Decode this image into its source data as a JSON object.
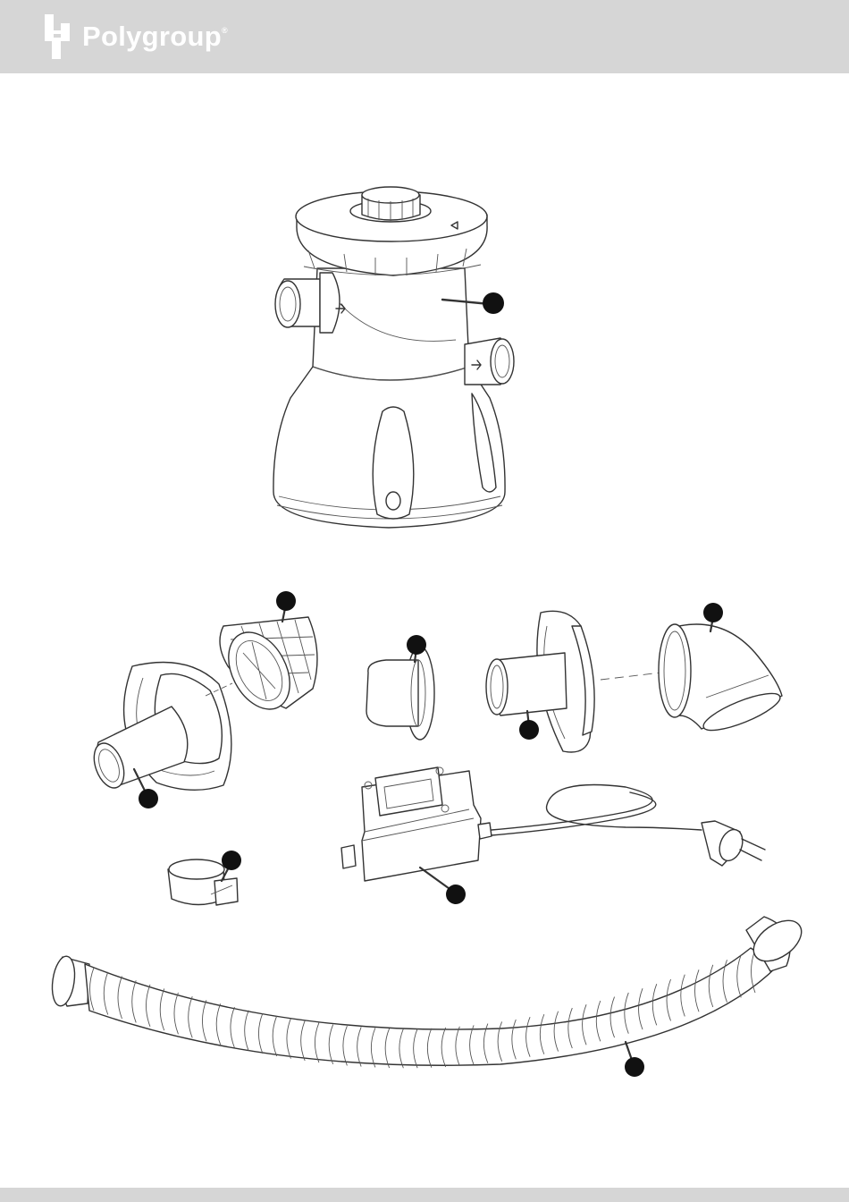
{
  "header": {
    "brand_name": "Polygroup",
    "trademark": "®",
    "logo_icon": "polygroup-logo-icon",
    "background_color": "#d6d6d6",
    "text_color": "#ffffff"
  },
  "illustration": {
    "parts": [
      {
        "id": "filter-pump",
        "icon": "filter-pump-illustration"
      },
      {
        "id": "strainer-basket",
        "icon": "strainer-basket-illustration"
      },
      {
        "id": "inlet-fitting",
        "icon": "inlet-fitting-illustration"
      },
      {
        "id": "plunger-plug",
        "icon": "plunger-plug-illustration"
      },
      {
        "id": "outlet-fitting",
        "icon": "outlet-fitting-illustration"
      },
      {
        "id": "elbow-nozzle",
        "icon": "elbow-nozzle-illustration"
      },
      {
        "id": "power-transformer",
        "icon": "transformer-with-plug-illustration"
      },
      {
        "id": "hose-clamp",
        "icon": "hose-clamp-illustration"
      },
      {
        "id": "hose",
        "icon": "corrugated-hose-illustration"
      }
    ],
    "callout_color": "#111111"
  },
  "footer": {
    "background_color": "#d6d6d6"
  }
}
